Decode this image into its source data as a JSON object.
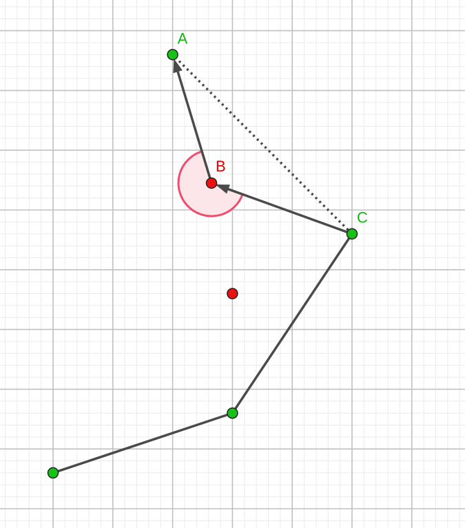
{
  "colors": {
    "background": "#ffffff",
    "grid_minor": "#ebebeb",
    "grid_major": "#c0c0c0",
    "segment": "#4a4a4a",
    "point_free": "#16c216",
    "point_dependent": "#ee1111",
    "label_free": "#12b812",
    "label_dependent": "#e00000",
    "angle_fill": "#fde6ea",
    "angle_stroke": "#ee4d6e"
  },
  "points": {
    "A": {
      "label": "A",
      "x": 2,
      "y": 7.6
    },
    "B": {
      "label": "B",
      "x": 2.65,
      "y": 5.45
    },
    "C": {
      "label": "C",
      "x": 5,
      "y": 4.6
    },
    "D": {
      "label": "",
      "x": 3,
      "y": 1.6
    },
    "E": {
      "label": "",
      "x": 0,
      "y": 0.6
    },
    "F": {
      "label": "",
      "x": 3,
      "y": 3.6
    }
  }
}
